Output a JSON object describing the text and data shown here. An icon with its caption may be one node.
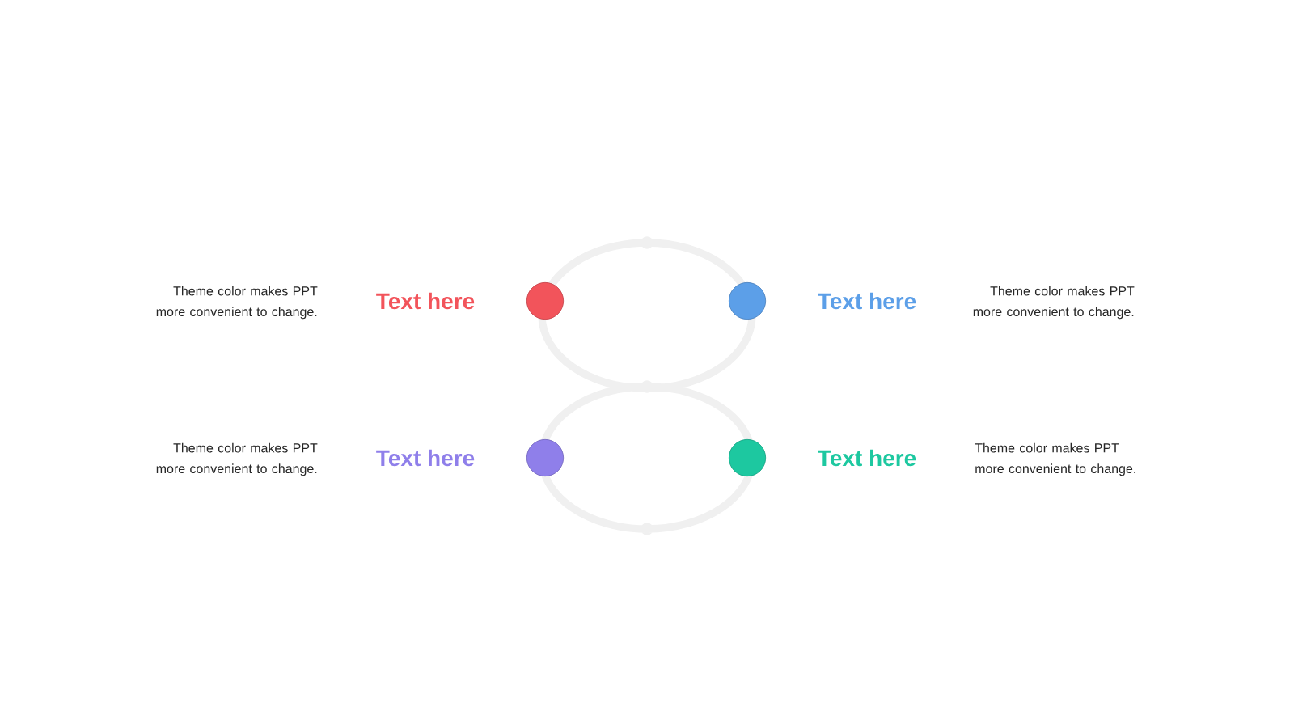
{
  "diagram": {
    "nodes": [
      {
        "text": [],
        "shape": "circle",
        "beside": [
          "Text here"
        ]
      },
      {
        "text": [],
        "shape": "circle",
        "beside": [
          "Text here"
        ]
      },
      {
        "text": [],
        "shape": "circle",
        "beside": [
          "Text here"
        ]
      },
      {
        "text": [],
        "shape": "circle",
        "beside": [
          "Text here"
        ]
      }
    ],
    "labels": [
      "Theme color makes PPT more convenient to change.",
      "Theme color makes PPT more convenient to change.",
      "Theme color makes PPT more convenient to change.",
      "Theme color makes PPT more convenient to change."
    ]
  }
}
